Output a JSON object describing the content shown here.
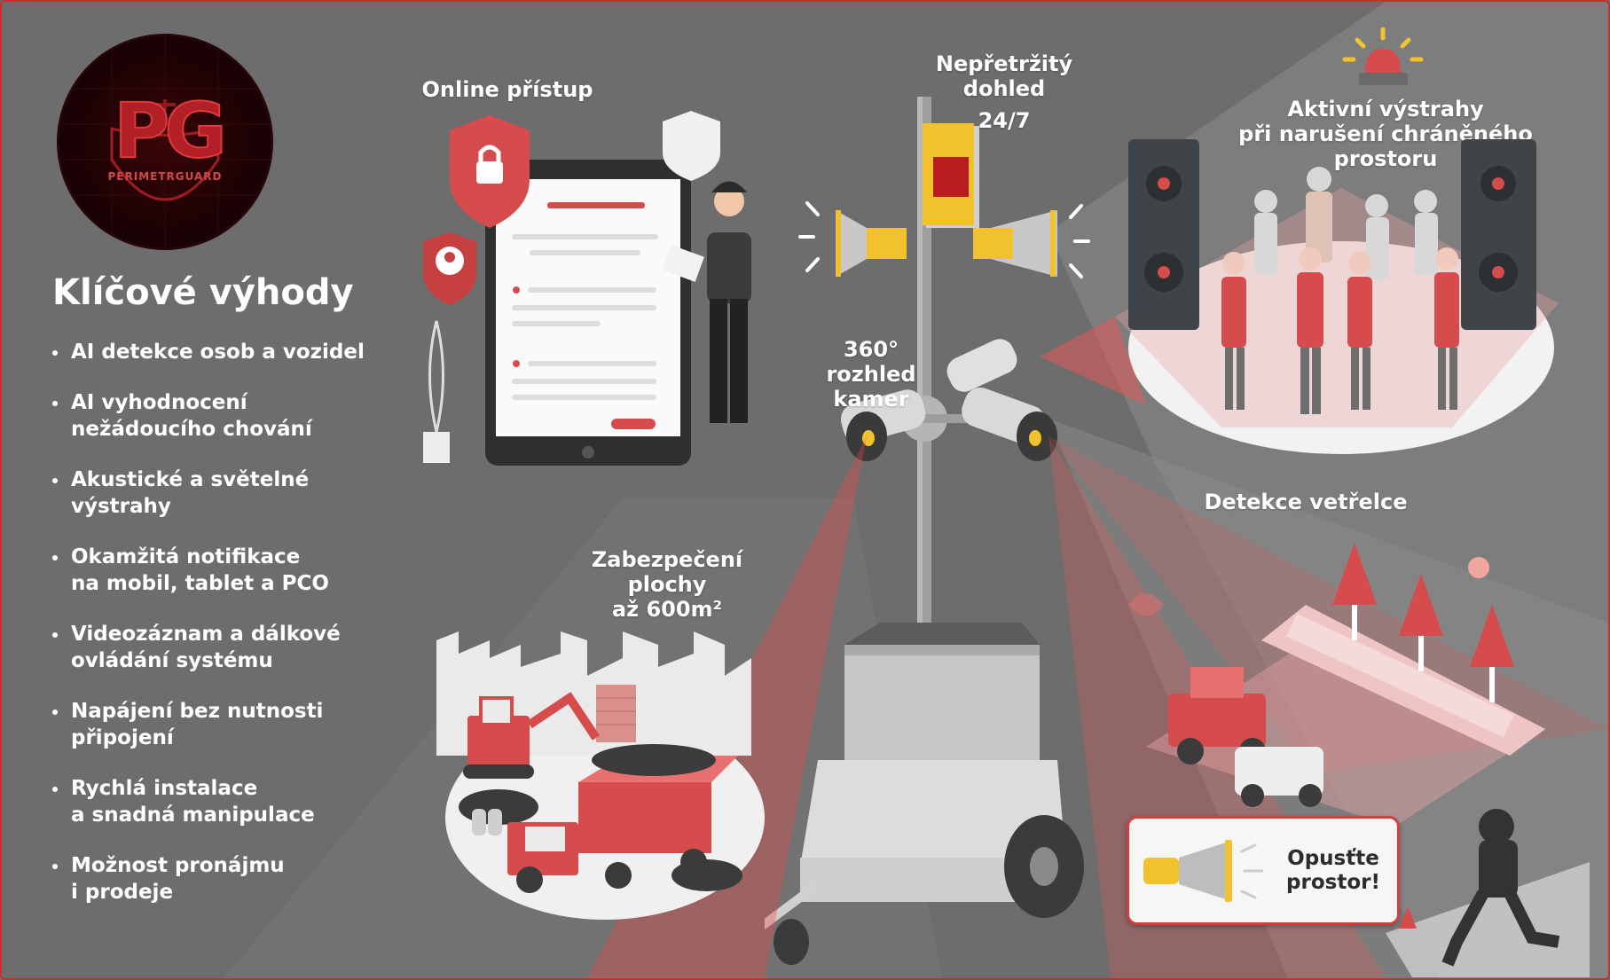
{
  "brand": {
    "logo_text": "PG",
    "logo_subtext": "PERIMETRGUARD"
  },
  "benefits": {
    "title": "Klíčové výhody",
    "items": [
      {
        "line1": "AI detekce osob a vozidel",
        "line2": ""
      },
      {
        "line1": "AI vyhodnocení",
        "line2": "nežádoucího chování"
      },
      {
        "line1": "Akustické a světelné",
        "line2": "výstrahy"
      },
      {
        "line1": "Okamžitá notifikace",
        "line2": "na mobil, tablet a PCO"
      },
      {
        "line1": "Videozáznam a dálkové",
        "line2": "ovládání systému"
      },
      {
        "line1": "Napájení bez nutnosti",
        "line2": "připojení"
      },
      {
        "line1": "Rychlá instalace",
        "line2": "a snadná manipulace"
      },
      {
        "line1": "Možnost pronájmu",
        "line2": "i prodeje"
      }
    ]
  },
  "features": {
    "online_access": "Online přístup",
    "surveillance_line1": "Nepřetržitý dohled",
    "surveillance_line2": "24/7",
    "alerts_line1": "Aktivní výstrahy",
    "alerts_line2": "při narušení chráněného prostoru",
    "cameras_line1": "360° rozhled",
    "cameras_line2": "kamer",
    "area_line1": "Zabezpečení plochy",
    "area_line2": "až 600m²",
    "intruder": "Detekce vetřelce"
  },
  "alert_box": {
    "line1": "Opusťte",
    "line2": "prostor!"
  },
  "colors": {
    "accent_red": "#d13f3f",
    "background": "#6d6d6d",
    "warning_yellow": "#f2c12e"
  }
}
